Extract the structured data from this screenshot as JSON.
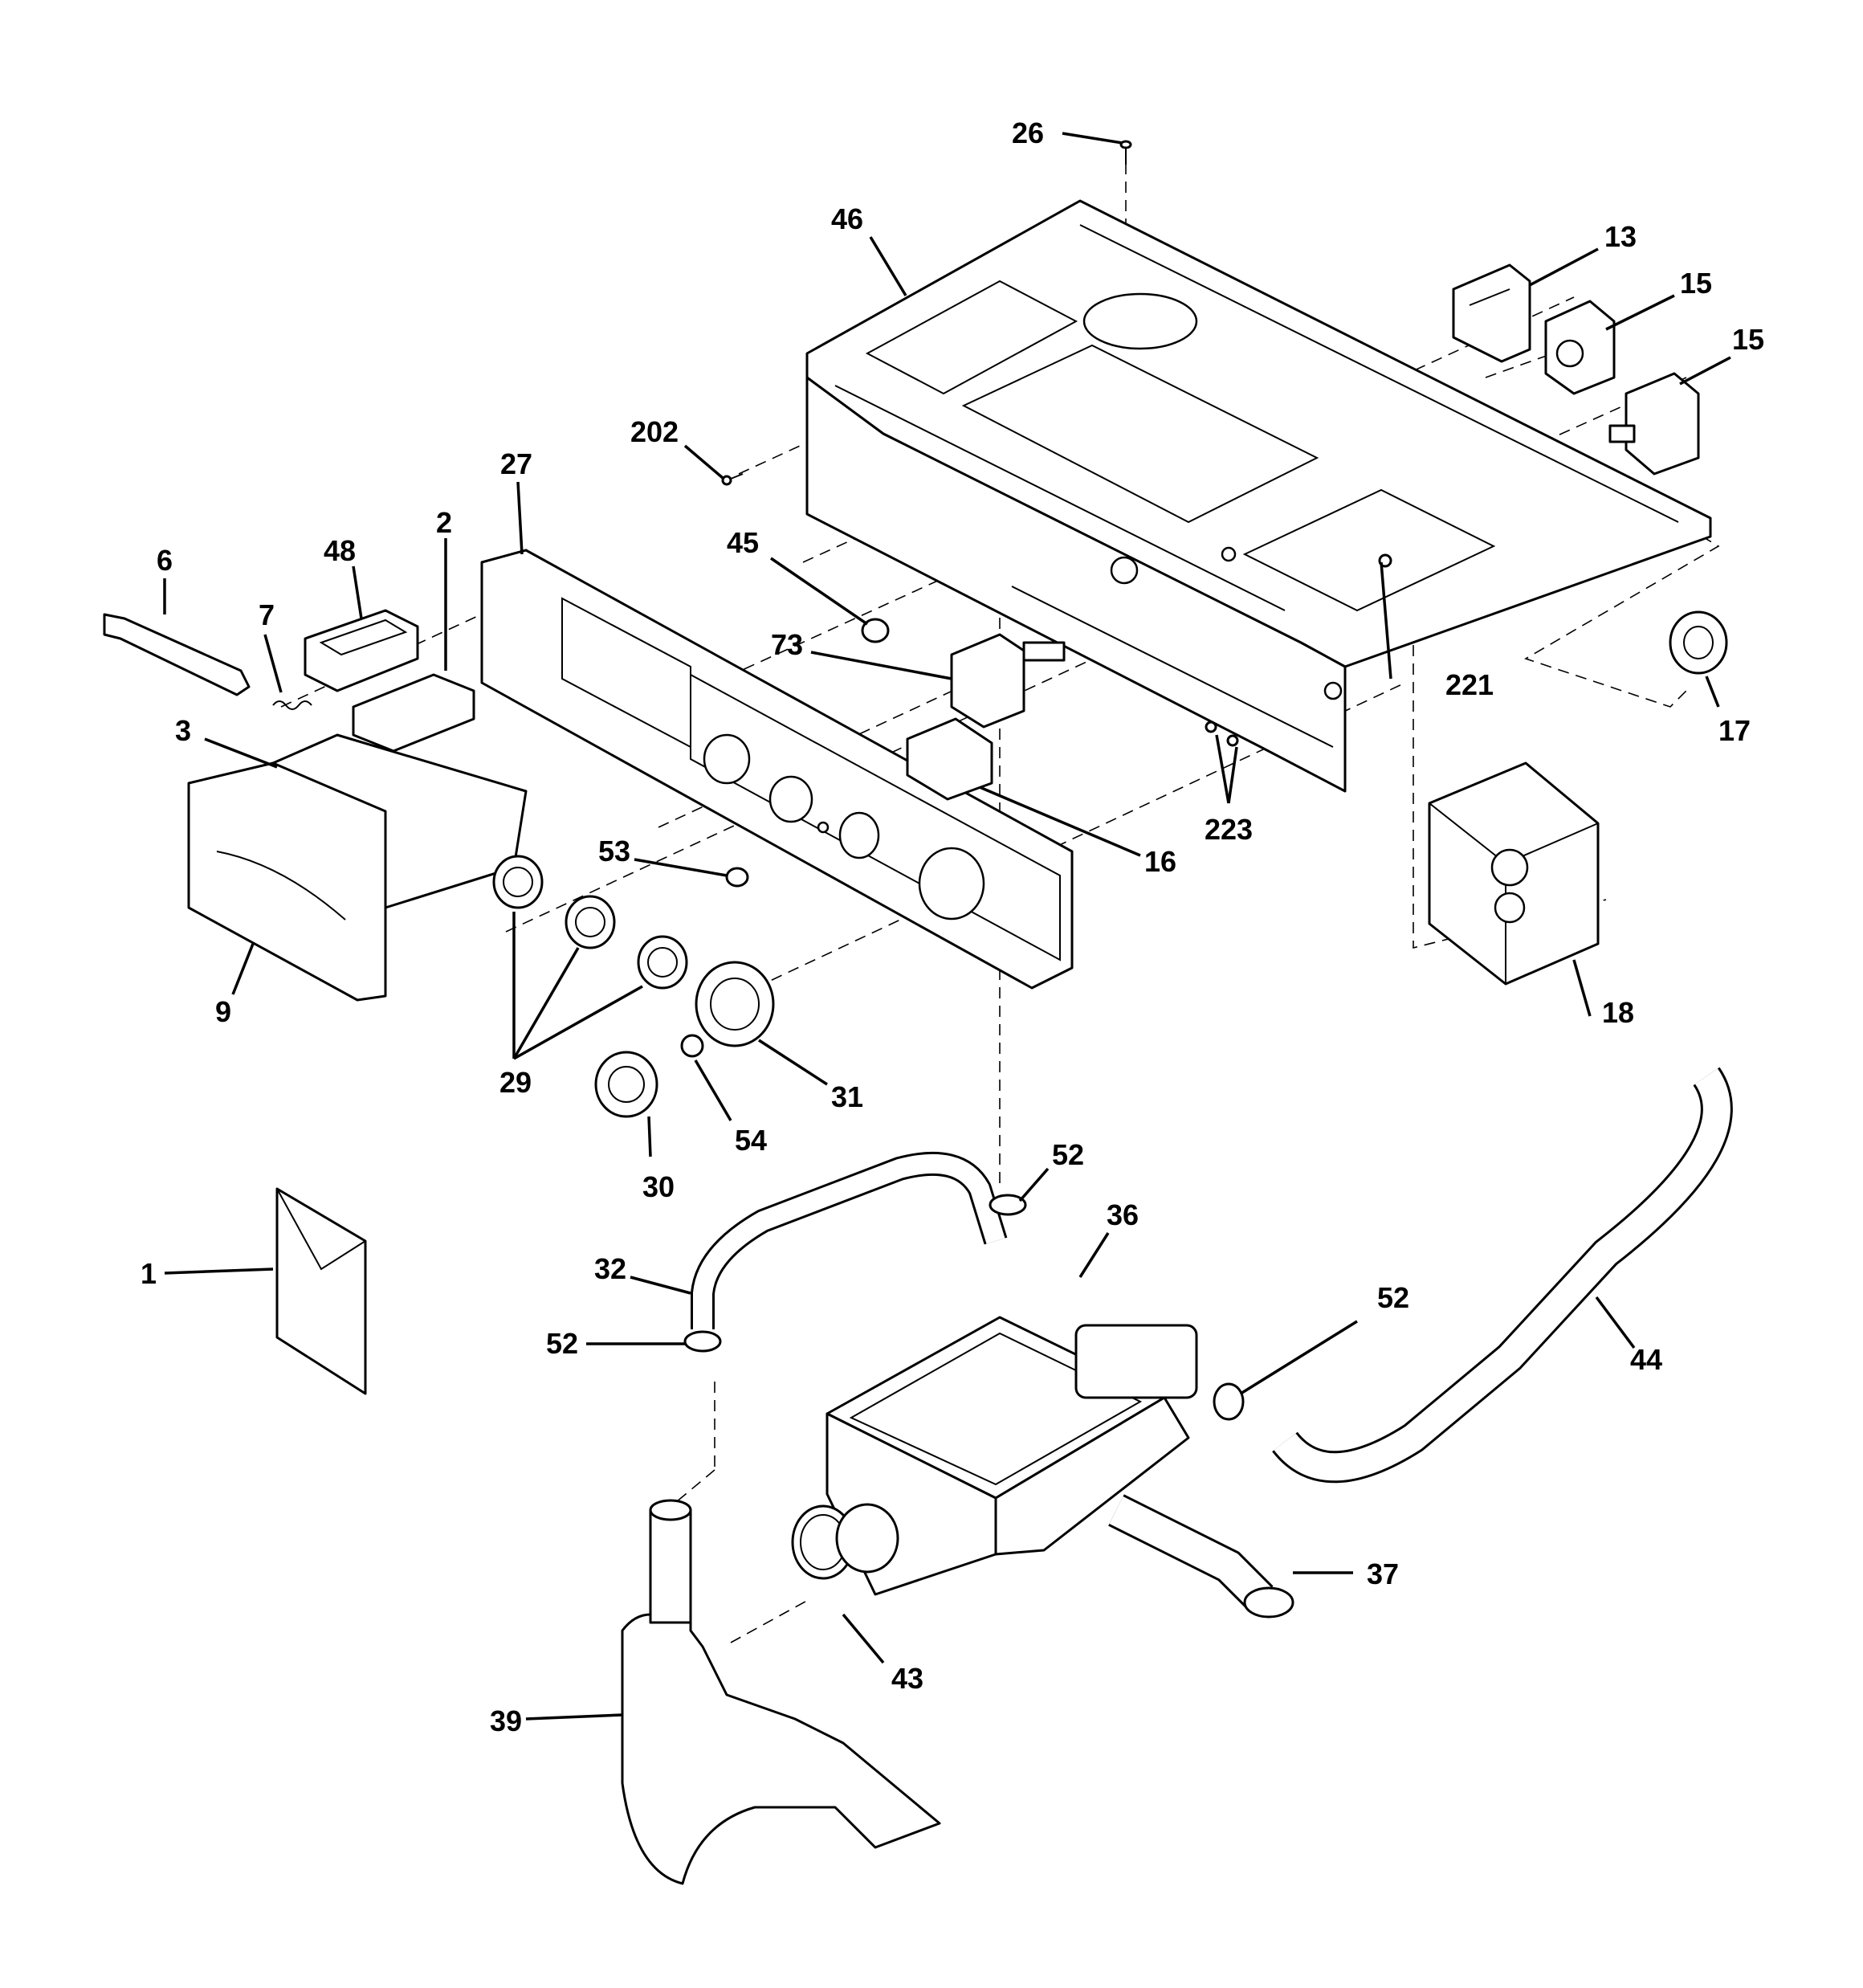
{
  "callouts": [
    {
      "id": "c1",
      "text": "1"
    },
    {
      "id": "c2",
      "text": "2"
    },
    {
      "id": "c3",
      "text": "3"
    },
    {
      "id": "c6",
      "text": "6"
    },
    {
      "id": "c7",
      "text": "7"
    },
    {
      "id": "c9",
      "text": "9"
    },
    {
      "id": "c13",
      "text": "13"
    },
    {
      "id": "c15a",
      "text": "15"
    },
    {
      "id": "c15b",
      "text": "15"
    },
    {
      "id": "c16",
      "text": "16"
    },
    {
      "id": "c17",
      "text": "17"
    },
    {
      "id": "c18",
      "text": "18"
    },
    {
      "id": "c26",
      "text": "26"
    },
    {
      "id": "c27",
      "text": "27"
    },
    {
      "id": "c29",
      "text": "29"
    },
    {
      "id": "c30",
      "text": "30"
    },
    {
      "id": "c31",
      "text": "31"
    },
    {
      "id": "c32",
      "text": "32"
    },
    {
      "id": "c36",
      "text": "36"
    },
    {
      "id": "c37",
      "text": "37"
    },
    {
      "id": "c39",
      "text": "39"
    },
    {
      "id": "c43",
      "text": "43"
    },
    {
      "id": "c44",
      "text": "44"
    },
    {
      "id": "c45",
      "text": "45"
    },
    {
      "id": "c46",
      "text": "46"
    },
    {
      "id": "c48",
      "text": "48"
    },
    {
      "id": "c52a",
      "text": "52"
    },
    {
      "id": "c52b",
      "text": "52"
    },
    {
      "id": "c52c",
      "text": "52"
    },
    {
      "id": "c53",
      "text": "53"
    },
    {
      "id": "c54",
      "text": "54"
    },
    {
      "id": "c73",
      "text": "73"
    },
    {
      "id": "c202",
      "text": "202"
    },
    {
      "id": "c221",
      "text": "221"
    },
    {
      "id": "c223",
      "text": "223"
    }
  ]
}
